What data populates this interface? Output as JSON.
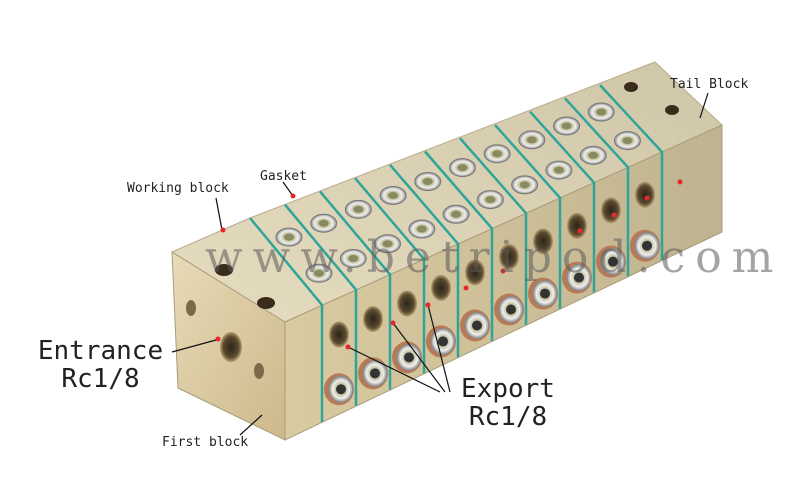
{
  "labels": {
    "tail_block": "Tail Block",
    "gasket": "Gasket",
    "working_block": "Working block",
    "entrance_line1": "Entrance",
    "entrance_line2": "Rc1/8",
    "export_line1": "Export",
    "export_line2": "Rc1/8",
    "first_block": "First block"
  },
  "watermark": "www.betripod.com",
  "colors": {
    "metal": "#d8c9a0",
    "gasket": "#2fa59a",
    "marker": "#e8262b"
  }
}
